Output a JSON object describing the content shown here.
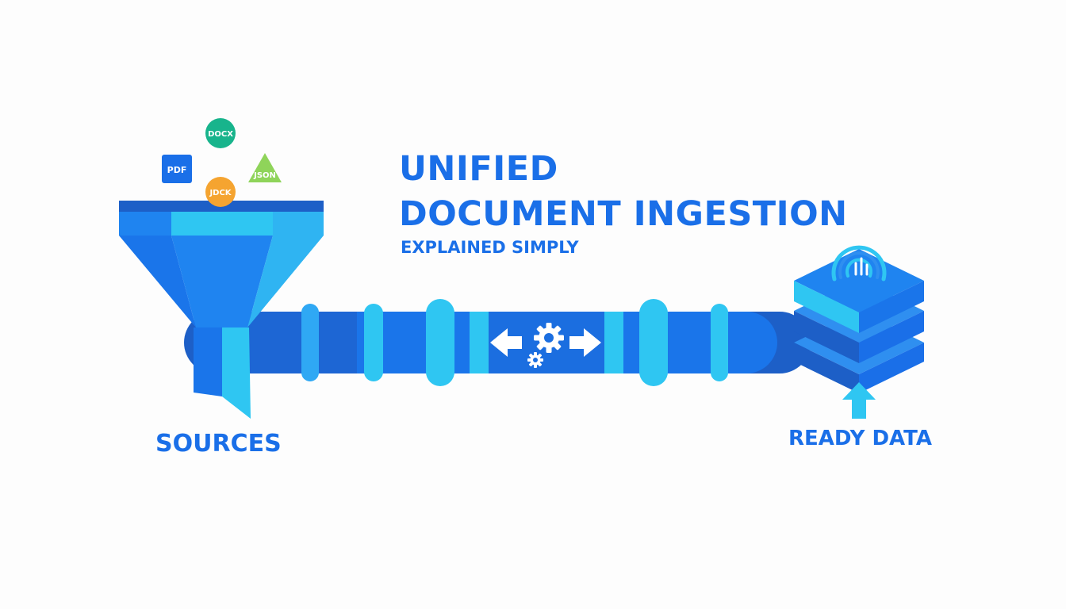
{
  "title": {
    "line1": "UNIFIED",
    "line2": "DOCUMENT INGESTION",
    "subtitle": "EXPLAINED SIMPLY"
  },
  "diagram": {
    "sources_label": "SOURCES",
    "output_label": "READY DATA",
    "file_badges": [
      {
        "label": "PDF",
        "shape": "square",
        "color": "#1a6fe8",
        "text_color": "#ffffff"
      },
      {
        "label": "DOCX",
        "shape": "circle",
        "color": "#18b48c",
        "text_color": "#ffffff"
      },
      {
        "label": "JSON",
        "shape": "triangle",
        "color": "#8fd45a",
        "text_color": "#ffffff"
      },
      {
        "label": "JDCK",
        "shape": "circle",
        "color": "#f5a430",
        "text_color": "#ffffff"
      }
    ],
    "icons": [
      "funnel-icon",
      "pipeline-icon",
      "gear-icon",
      "arrow-left-icon",
      "arrow-right-icon",
      "database-stack-icon",
      "signal-icon",
      "arrow-up-icon"
    ]
  },
  "colors": {
    "primary": "#1a6fe8",
    "dark": "#1d5fc7",
    "light": "#2fc6f2",
    "background": "#fdfdfd"
  }
}
